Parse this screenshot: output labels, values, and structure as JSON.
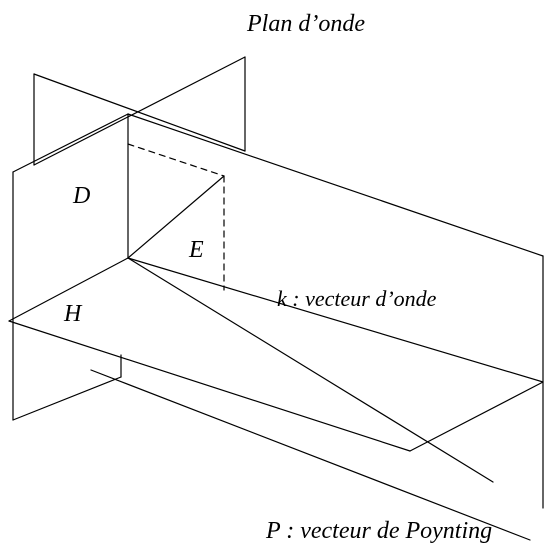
{
  "labels": {
    "wave_plane": "Plan d’onde",
    "d_field": "D",
    "e_field": "E",
    "h_field": "H",
    "k_vector": "k : vecteur d’onde",
    "poynting_vector": "P : vecteur de Poynting"
  }
}
